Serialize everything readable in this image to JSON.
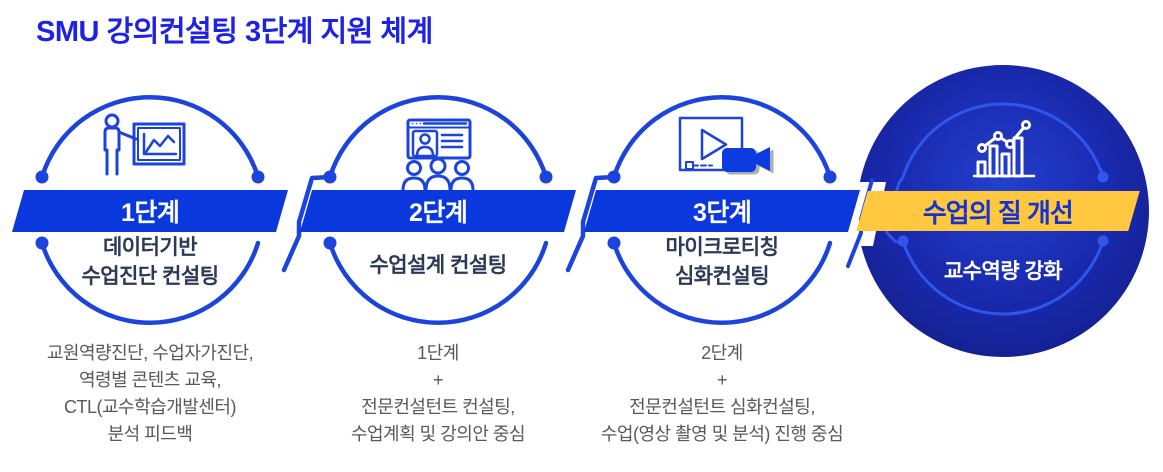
{
  "title": "SMU 강의컨설팅 3단계 지원 체계",
  "colors": {
    "title_blue": "#1e22e4",
    "outline_blue": "#1c44dd",
    "ribbon_blue": "#0a38dc",
    "navy_text": "#2d3a57",
    "gray_text": "#58595b",
    "result_circle_blue": "#16249e",
    "result_ribbon_yellow": "#ffc83e",
    "result_ribbon_text_blue": "#1733cf"
  },
  "stages": [
    {
      "banner_label": "1단계",
      "icon": "presenter-chart-board-icon",
      "subtitle_lines": [
        "데이터기반",
        "수업진단 컨설팅"
      ],
      "description_lines": [
        "교원역량진단, 수업자가진단,",
        "역령별 콘텐츠 교육,",
        "CTL(교수학습개발센터)",
        "분석 피드백"
      ]
    },
    {
      "banner_label": "2단계",
      "icon": "online-lecture-audience-icon",
      "subtitle_lines": [
        "수업설계 컨설팅",
        ""
      ],
      "description_lines": [
        "1단계",
        "+",
        "전문컨설턴트 컨설팅,",
        "수업계획 및 강의안 중심"
      ]
    },
    {
      "banner_label": "3단계",
      "icon": "video-play-camera-icon",
      "subtitle_lines": [
        "마이크로티칭",
        "심화컨설팅"
      ],
      "description_lines": [
        "2단계",
        "+",
        "전문컨설턴트 심화컨설팅,",
        "수업(영상 촬영 및 분석) 진행 중심"
      ]
    }
  ],
  "result": {
    "banner_label": "수업의 질 개선",
    "icon": "growth-bar-chart-icon",
    "subtitle": "교수역량 강화"
  }
}
